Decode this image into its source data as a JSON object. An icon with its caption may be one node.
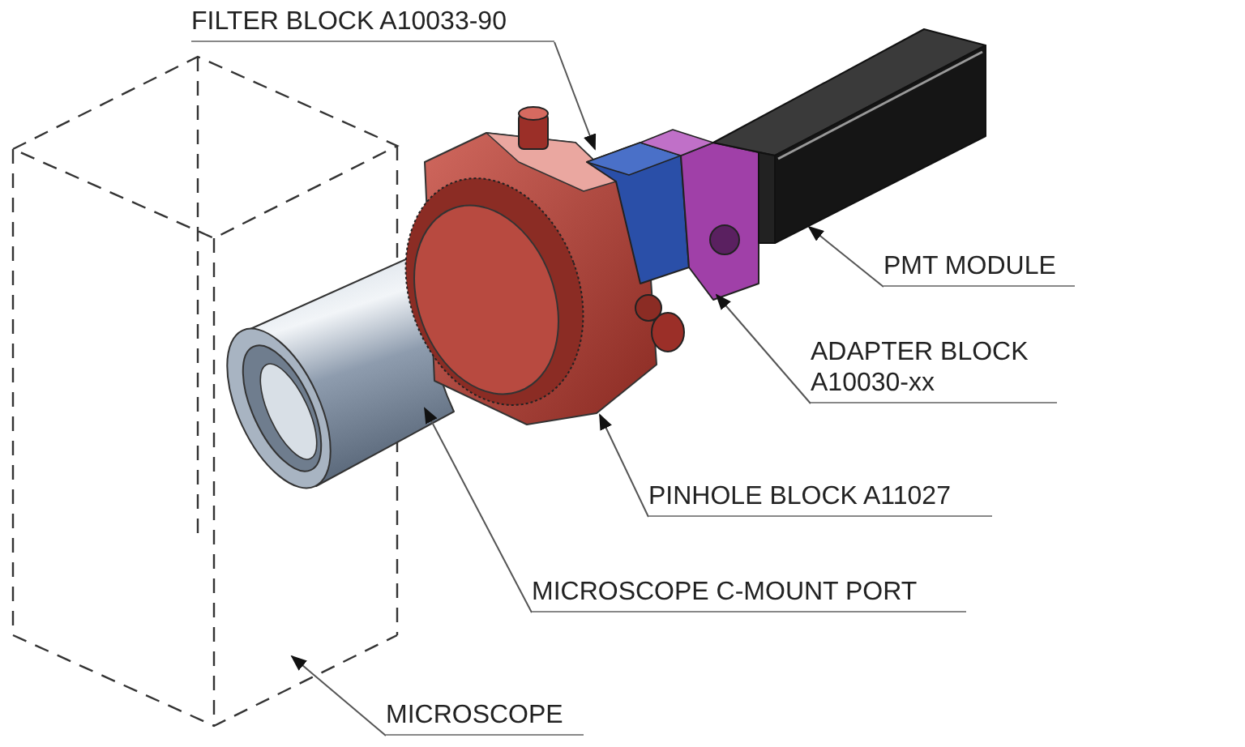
{
  "diagram": {
    "nodes": [
      {
        "text": [
          "FILTER BLOCK A10033-90"
        ]
      },
      {
        "text": [
          "PMT MODULE"
        ]
      },
      {
        "text": [
          "ADAPTER BLOCK A10030-xx"
        ]
      },
      {
        "text": [
          "PINHOLE BLOCK A11027"
        ]
      },
      {
        "text": [
          "MICROSCOPE C-MOUNT PORT"
        ]
      },
      {
        "text": [
          "MICROSCOPE"
        ]
      },
      {
        "text": [],
        "shape": "box"
      },
      {
        "text": [],
        "shape": "picture"
      },
      {
        "text": [],
        "shape": "picture"
      },
      {
        "text": [],
        "shape": "picture"
      },
      {
        "text": [],
        "shape": "picture"
      },
      {
        "text": [],
        "shape": "picture"
      }
    ],
    "edges": [
      {
        "from": 0,
        "to": 9,
        "arrow": "to"
      },
      {
        "from": 1,
        "to": 11,
        "arrow": "to"
      },
      {
        "from": 2,
        "to": 10,
        "arrow": "to"
      },
      {
        "from": 3,
        "to": 8,
        "arrow": "to"
      },
      {
        "from": 4,
        "to": 7,
        "arrow": "to"
      },
      {
        "from": 5,
        "to": 6,
        "arrow": "to"
      }
    ]
  }
}
